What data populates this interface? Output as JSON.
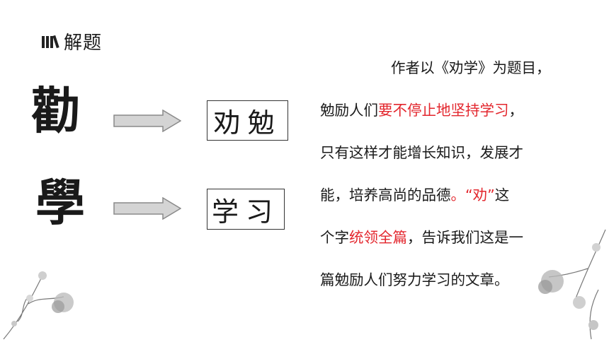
{
  "heading": {
    "title": "解题",
    "icon": "books-icon"
  },
  "ancient_glyphs": [
    {
      "char": "勸",
      "icon": "seal-script-quan"
    },
    {
      "char": "學",
      "icon": "seal-script-xue"
    }
  ],
  "modern_chars": [
    "劝勉",
    "学习"
  ],
  "paragraph": {
    "l1": "作者以《劝学》为题目，",
    "l2a": "勉励人们",
    "l2b": "要不停止地坚持学习",
    "l2c": "，",
    "l3": "只有这样才能增长知识，发展才",
    "l4a": "能，培养高尚的品德",
    "l4b": "。“劝”",
    "l4c": "这",
    "l5a": "个字",
    "l5b": "统领全篇",
    "l5c": "，告诉我们这是一",
    "l6": "篇勉励人们努力学习的文章。"
  },
  "colors": {
    "highlight": "#e3262d",
    "arrow_fill": "#d4d4d4",
    "arrow_stroke": "#8a8a8a",
    "text": "#1a1a1a"
  }
}
